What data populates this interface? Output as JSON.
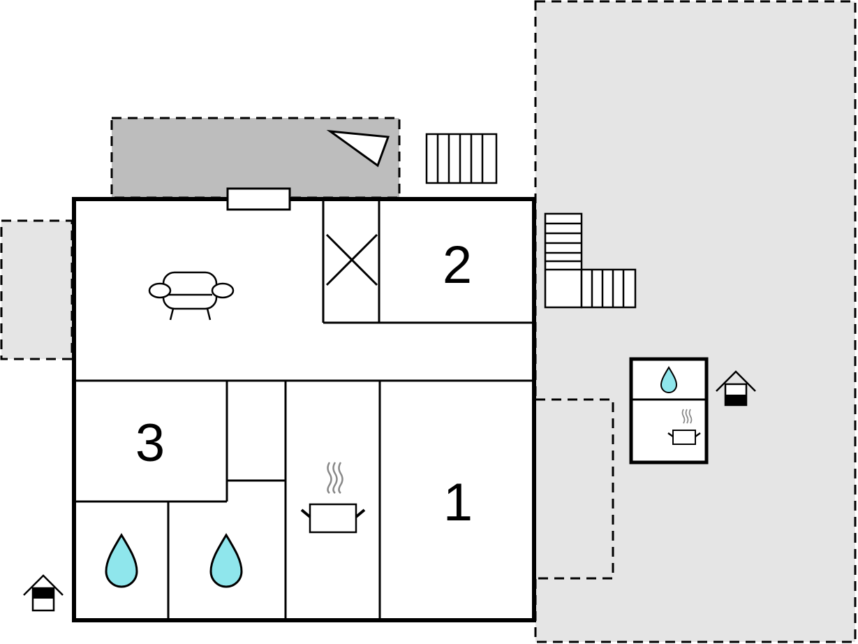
{
  "floorplan": {
    "rooms": [
      {
        "id": "bedroom-1",
        "label": "1"
      },
      {
        "id": "bedroom-2",
        "label": "2"
      },
      {
        "id": "bedroom-3",
        "label": "3"
      }
    ],
    "icons": [
      "sofa-icon",
      "pot-icon",
      "water-drop-icon",
      "house-icon",
      "compass-arrow-icon",
      "stairs-icon"
    ],
    "colors": {
      "wall": "#000000",
      "terrace": "#e5e5e5",
      "covered_terrace": "#bdbdbd",
      "water": "#8fe6ec",
      "background": "#ffffff"
    }
  }
}
